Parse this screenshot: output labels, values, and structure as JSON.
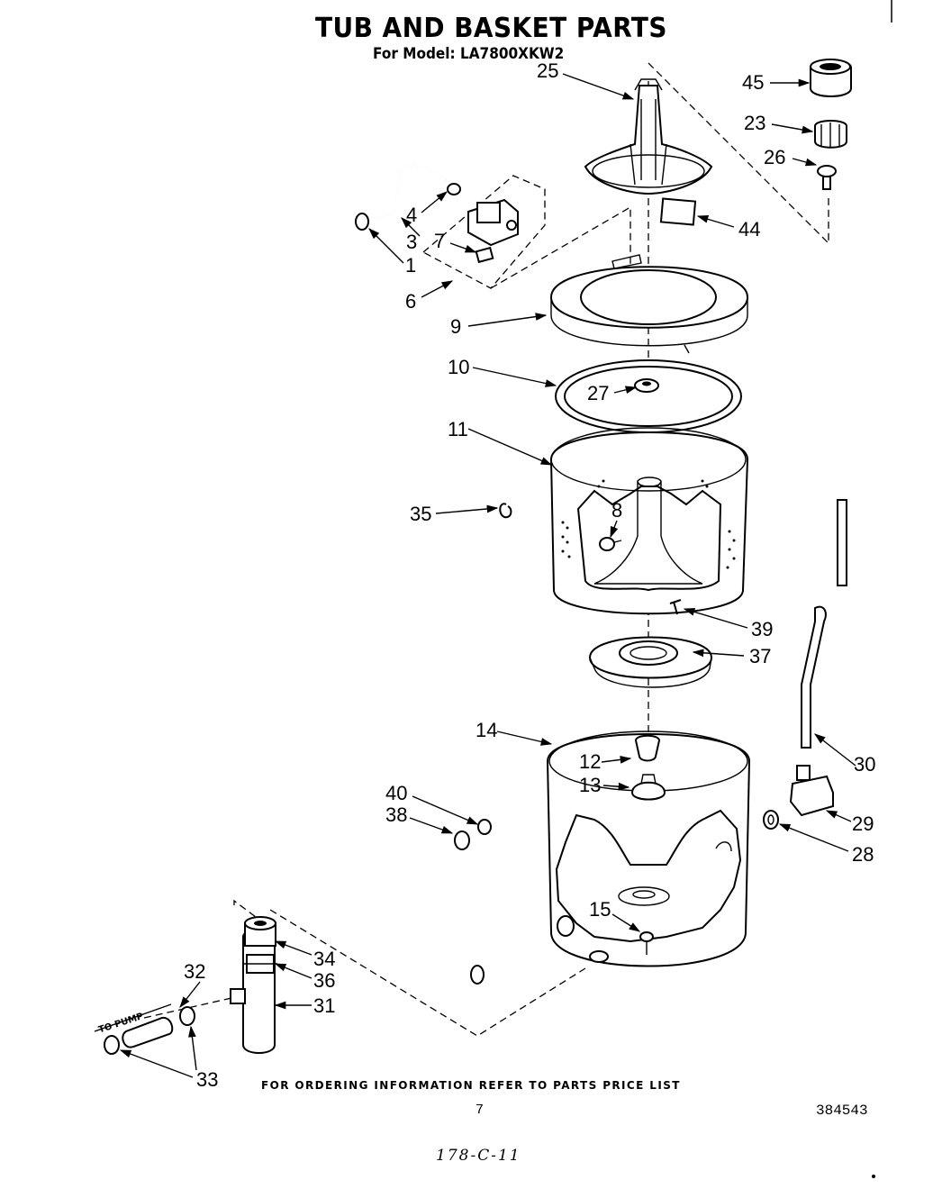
{
  "header": {
    "title": "TUB AND BASKET PARTS",
    "subtitle": "For Model: LA7800XKW2"
  },
  "footer": {
    "ordering_note": "FOR ORDERING INFORMATION REFER TO PARTS PRICE LIST",
    "page_number": "7",
    "document_number": "384543",
    "handwritten_note": "178-C-11"
  },
  "pump_label": "TO PUMP",
  "callouts": [
    "1",
    "3",
    "4",
    "6",
    "7",
    "9",
    "10",
    "11",
    "35",
    "8",
    "27",
    "25",
    "45",
    "23",
    "26",
    "44",
    "39",
    "37",
    "14",
    "12",
    "13",
    "30",
    "29",
    "28",
    "40",
    "38",
    "15",
    "32",
    "34",
    "36",
    "31",
    "33"
  ]
}
